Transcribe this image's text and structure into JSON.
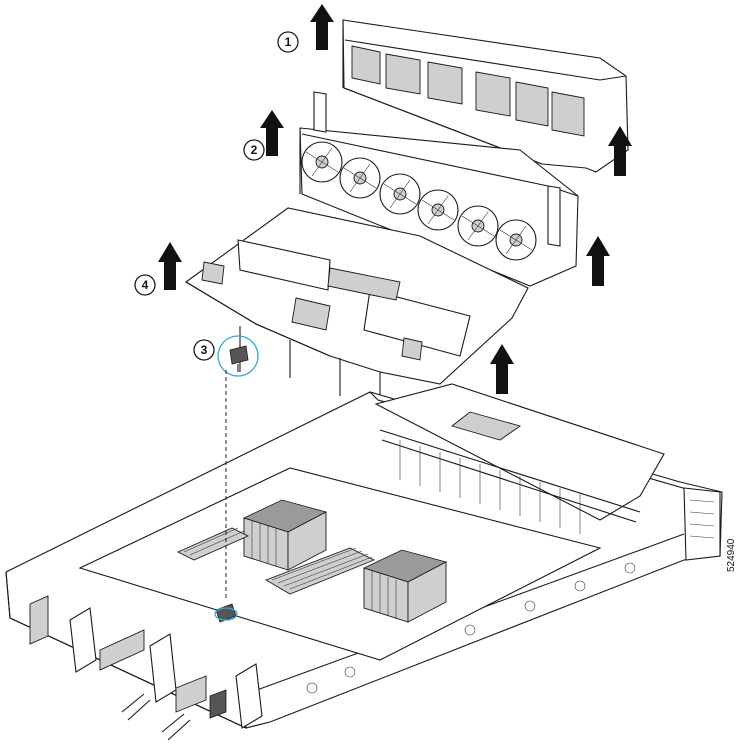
{
  "figure": {
    "figure_id": "524940",
    "callouts": [
      {
        "number": "1",
        "part": "top-cover-bracket"
      },
      {
        "number": "2",
        "part": "fan-tray"
      },
      {
        "number": "3",
        "part": "cable-connector"
      },
      {
        "number": "4",
        "part": "air-baffle"
      }
    ],
    "colors": {
      "line": "#1a1a1a",
      "highlight": "#3aa8d8",
      "arrow": "#111111",
      "fill": "#ffffff"
    }
  }
}
